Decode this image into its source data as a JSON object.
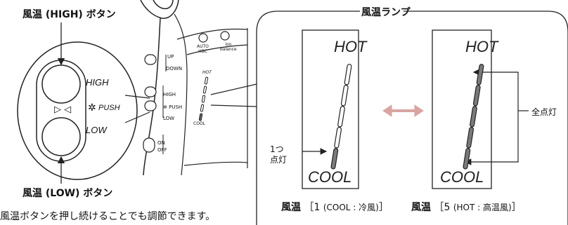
{
  "labels": {
    "high_button": "風温 (HIGH) ボタン",
    "low_button": "風温 (LOW) ボタン",
    "lamp_title": "風温ランプ",
    "footer_note": "風温ボタンを押し続けることでも調節できます。"
  },
  "closeup": {
    "high": "HIGH",
    "push": "PUSH",
    "low": "LOW",
    "arrows": "▷ ◁"
  },
  "remote": {
    "auto": "AUTO",
    "hbc": "HBC",
    "ion": "ion",
    "balance": "balance",
    "up": "UP",
    "down": "DOWN",
    "high": "HIGH",
    "push": "PUSH",
    "low": "LOW",
    "on": "ON",
    "off": "OFF",
    "hot": "HOT",
    "cool": "COOL"
  },
  "panels": [
    {
      "hot": "HOT",
      "cool": "COOL",
      "lit_segments": 1,
      "caption_label": "風温",
      "caption_open": "［1",
      "caption_detail": "(COOL : 冷風)",
      "caption_close": "］"
    },
    {
      "hot": "HOT",
      "cool": "COOL",
      "lit_segments": 5,
      "caption_label": "風温",
      "caption_open": "［5",
      "caption_detail": "(HOT : 高温風)",
      "caption_close": "］"
    }
  ],
  "callouts": {
    "one_lit_1": "1つ",
    "one_lit_2": "点灯",
    "all_lit": "全点灯"
  }
}
